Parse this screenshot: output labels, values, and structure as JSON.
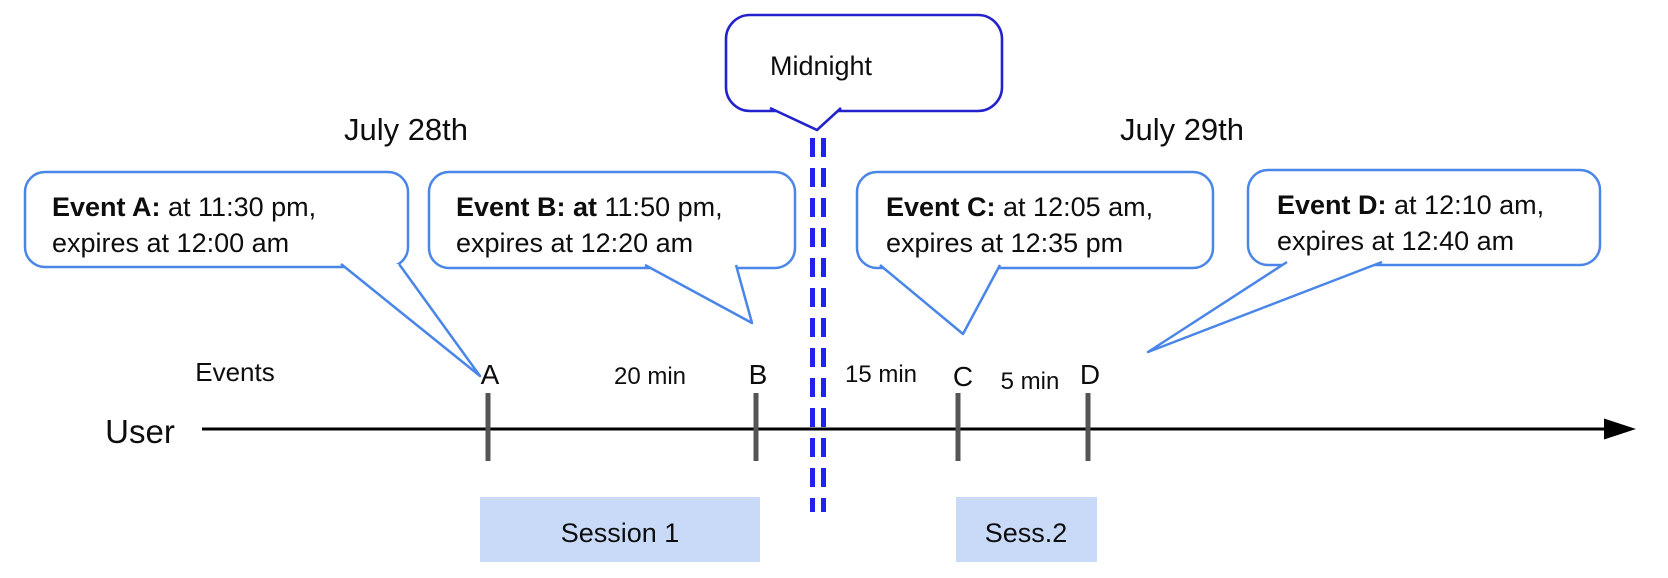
{
  "diagram": {
    "dates": {
      "left": "July 28th",
      "right": "July 29th"
    },
    "midnight_label": "Midnight",
    "events_axis_label": "Events",
    "user_label": "User",
    "callouts": [
      {
        "bold": "Event A:",
        "rest": " at 11:30 pm,",
        "line2": "expires at 12:00 am"
      },
      {
        "bold": "Event B: at",
        "rest": " 11:50 pm,",
        "line2": "expires at 12:20 am"
      },
      {
        "bold": "Event C:",
        "rest": " at 12:05 am,",
        "line2": "expires at 12:35 pm"
      },
      {
        "bold": "Event D:",
        "rest": "  at 12:10 am,",
        "line2": "expires at 12:40 am"
      }
    ],
    "tick_labels": [
      "A",
      "B",
      "C",
      "D"
    ],
    "intervals": [
      "20 min",
      "15 min",
      "5 min"
    ],
    "sessions": [
      "Session 1",
      "Sess.2"
    ],
    "colors": {
      "event_callout_border": "#4a86e8",
      "midnight_callout_border": "#2222cc",
      "midnight_divider": "#2222ee",
      "session_fill": "#c9daf8",
      "tick": "#555555",
      "timeline": "#000000",
      "text": "#0d0d0d"
    }
  }
}
